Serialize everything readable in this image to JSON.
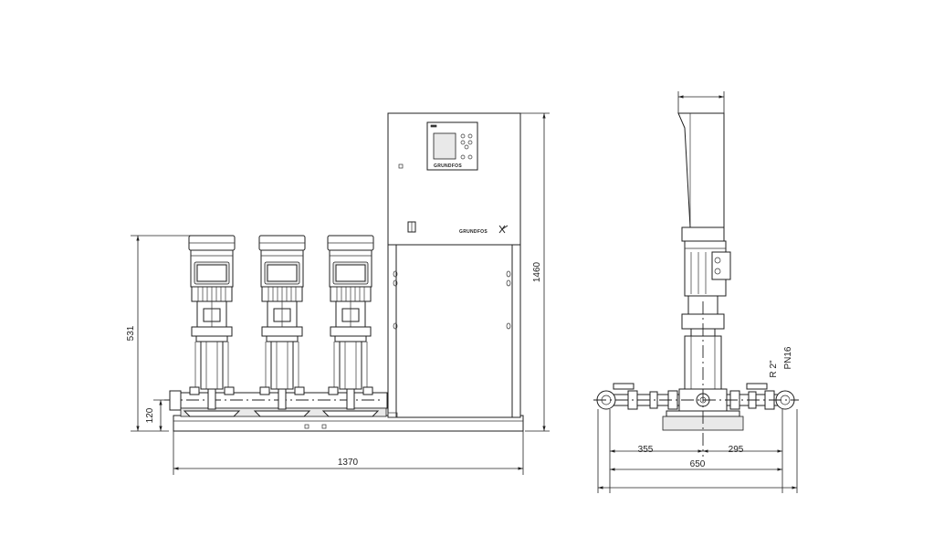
{
  "dimensions": {
    "front_total_width": "1370",
    "front_pump_height": "531",
    "front_manifold_height": "120",
    "front_cabinet_height": "1460",
    "side_left_offset": "355",
    "side_right_offset": "295",
    "side_total_width": "650"
  },
  "connection": {
    "thread": "R 2\"",
    "pressure": "PN16"
  },
  "brand": {
    "cabinet_logo": "GRUNDFOS",
    "panel_logo": "GRUNDFOS"
  }
}
